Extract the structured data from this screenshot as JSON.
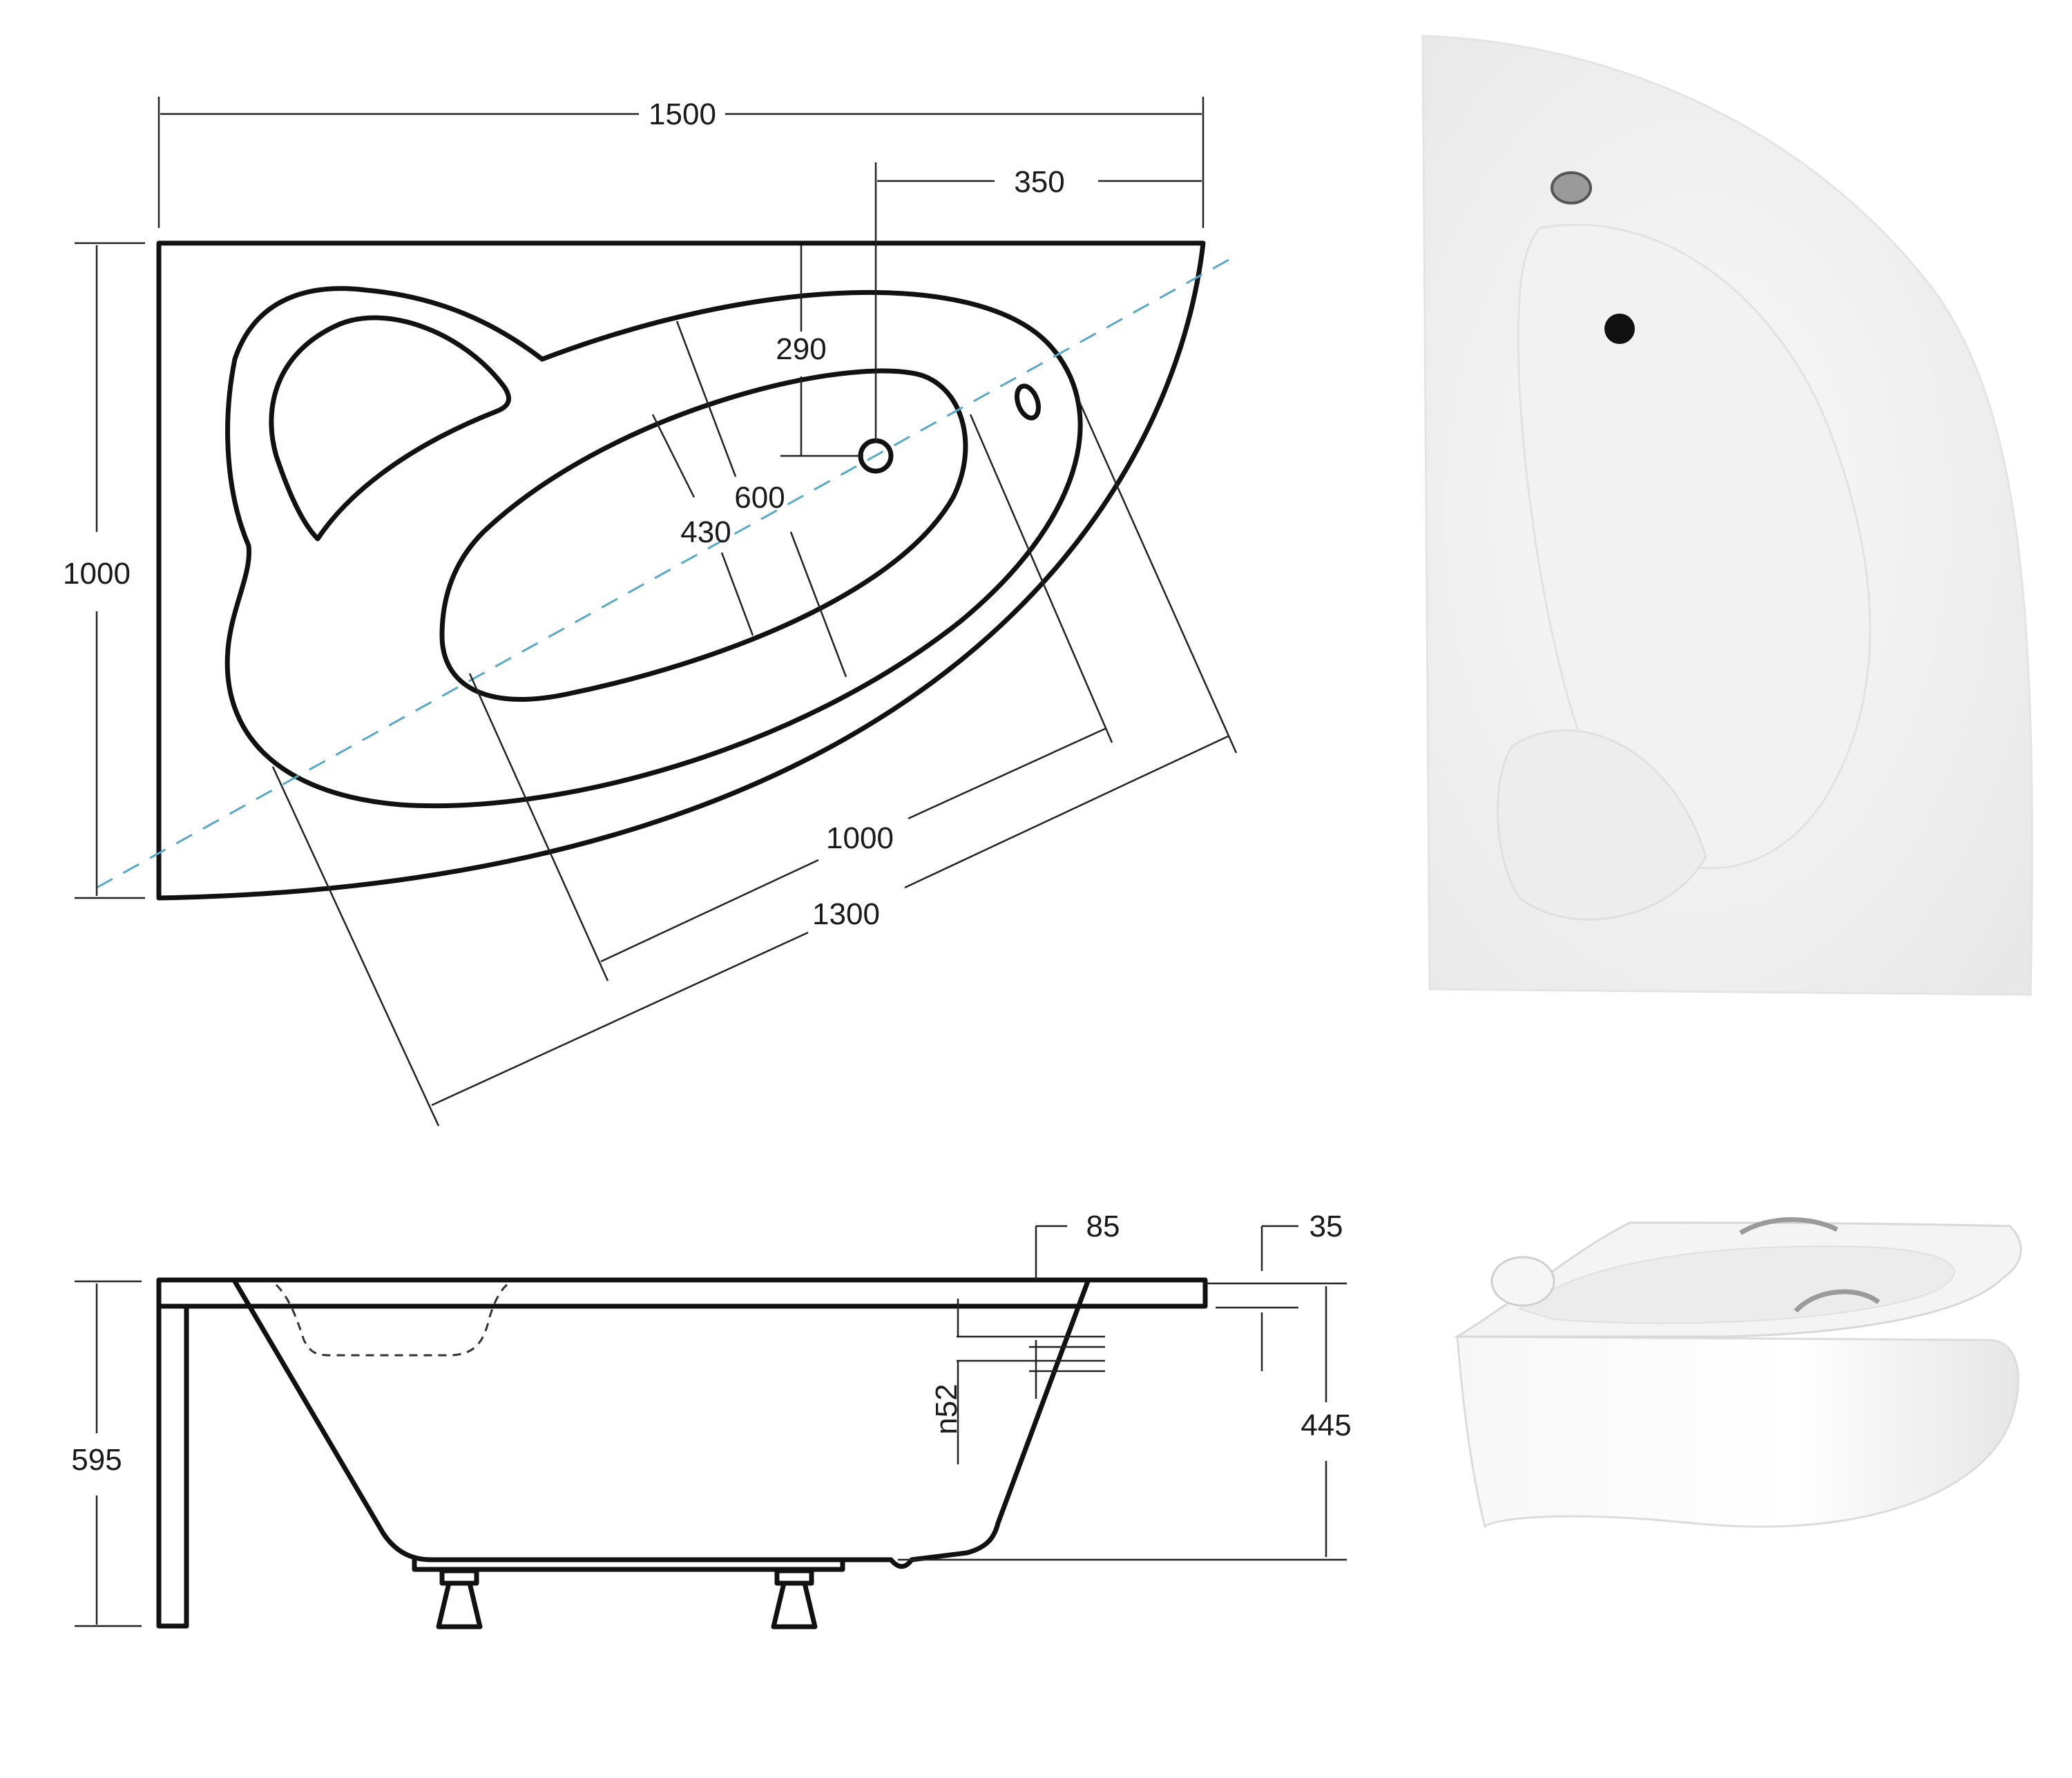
{
  "plan_view": {
    "width_label": "1500",
    "height_label": "1000",
    "drain_offset_right_label": "350",
    "drain_offset_top_label": "290",
    "inner_width_label": "430",
    "basin_width_label": "600",
    "inner_length_label": "1000",
    "outer_length_label": "1300"
  },
  "side_view": {
    "rim_label": "85",
    "rim_top_label": "35",
    "overall_height_label": "595",
    "depth_label": "445",
    "overflow_label": "n52"
  },
  "colors": {
    "outline": "#111111",
    "axis_line": "#5aa8c8",
    "tub_surface": "#f3f3f3"
  }
}
